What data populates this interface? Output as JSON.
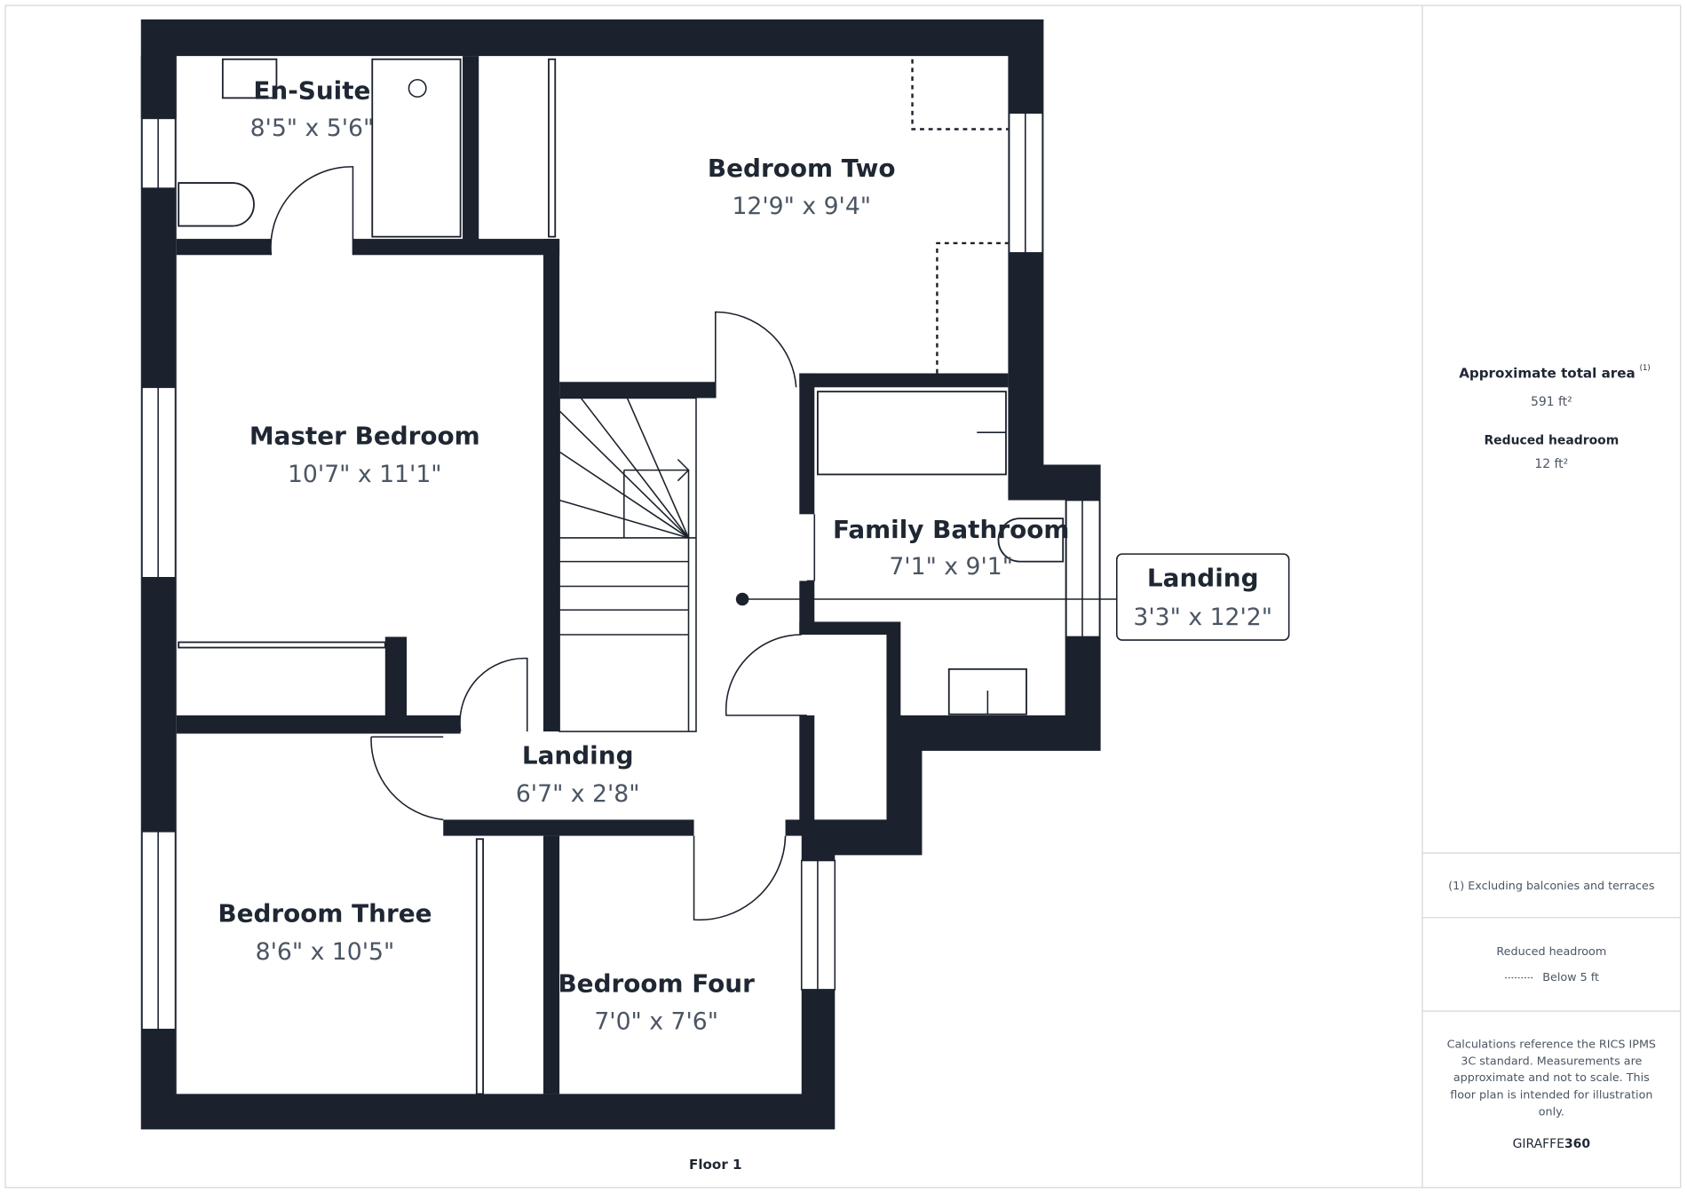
{
  "rooms": [
    {
      "name": "En-Suite",
      "dims": "8'5\" x 5'6\""
    },
    {
      "name": "Bedroom Two",
      "dims": "12'9\" x 9'4\""
    },
    {
      "name": "Master Bedroom",
      "dims": "10'7\" x 11'1\""
    },
    {
      "name": "Family Bathroom",
      "dims": "7'1\" x 9'1\""
    },
    {
      "name": "Landing",
      "dims": "6'7\" x 2'8\""
    },
    {
      "name": "Bedroom Three",
      "dims": "8'6\" x 10'5\""
    },
    {
      "name": "Bedroom Four",
      "dims": "7'0\" x 7'6\""
    }
  ],
  "callout": {
    "name": "Landing",
    "dims": "3'3\" x 12'2\""
  },
  "floor_label": "Floor 1",
  "sidebar": {
    "total_area_label": "Approximate total area",
    "total_area_note": "(1)",
    "total_area_value": "591 ft²",
    "reduced_headroom_label": "Reduced headroom",
    "reduced_headroom_value": "12 ft²",
    "footnote": "(1) Excluding balconies and terraces",
    "legend_title": "Reduced headroom",
    "legend_item": "Below 5 ft",
    "disclaimer_lines": [
      "Calculations reference the RICS IPMS",
      "3C standard. Measurements are",
      "approximate and not to scale. This",
      "floor plan is intended for illustration",
      "only."
    ],
    "brand_light": "GIRAFFE",
    "brand_bold": "360"
  },
  "colors": {
    "wall": "#1b222d",
    "text": "#1f2733",
    "secondary_text": "#4b5563"
  }
}
